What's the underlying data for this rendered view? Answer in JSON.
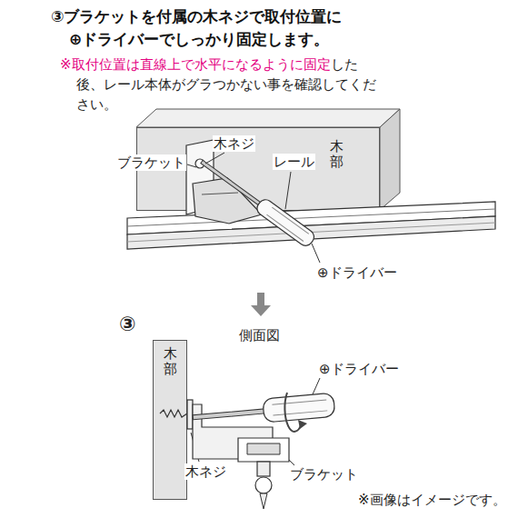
{
  "diagram": {
    "title": "③ブラケットを付属の木ネジで取付位置に ⊕ドライバーでしっかり固定します。",
    "nodes": [
      {
        "text": [
          "木部"
        ]
      },
      {
        "text": [
          "木部"
        ]
      }
    ],
    "labels": [
      "※取付位置は直線上で水平になるように固定",
      "した後、レール本体がグラつかない事を確認してください。",
      "ブラケット",
      "木ネジ",
      "レール",
      "⊕ドライバー",
      "③",
      "側面図",
      "⊕ドライバー",
      "木ネジ",
      "ブラケット",
      "※画像はイメージです。"
    ]
  }
}
